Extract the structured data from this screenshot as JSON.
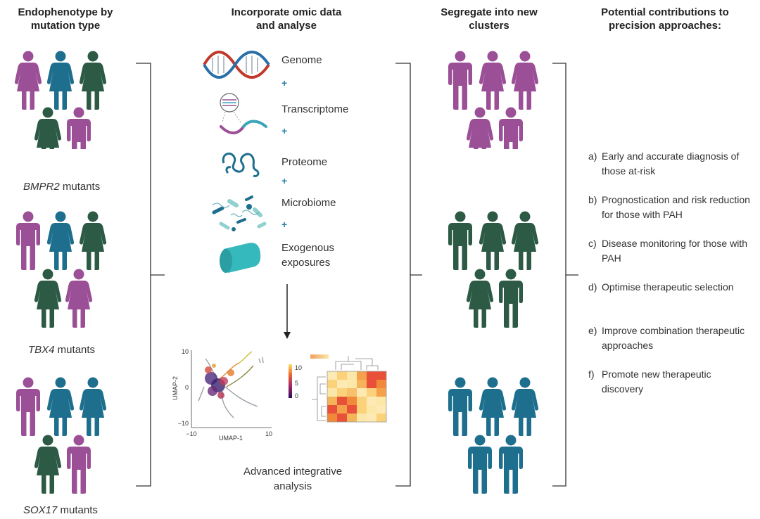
{
  "headers": {
    "col1": "Endophenotype by mutation type",
    "col2": "Incorporate omic data and analyse",
    "col3": "Segregate into new clusters",
    "col4": "Potential contributions to precision approaches:"
  },
  "groups": [
    {
      "gene": "BMPR2",
      "suffix": " mutants"
    },
    {
      "gene": "TBX4",
      "suffix": " mutants"
    },
    {
      "gene": "SOX17",
      "suffix": " mutants"
    }
  ],
  "omics": {
    "plus": "+",
    "items": [
      {
        "label": "Genome",
        "icon": "dna-helix-icon"
      },
      {
        "label": "Transcriptome",
        "icon": "transcriptome-icon"
      },
      {
        "label": "Proteome",
        "icon": "protein-icon"
      },
      {
        "label": "Microbiome",
        "icon": "microbe-icon"
      },
      {
        "label": "Exogenous exposures",
        "icon": "cylinder-icon"
      }
    ]
  },
  "analysis": {
    "label": "Advanced integrative analysis",
    "umap": {
      "xlabel": "UMAP-1",
      "ylabel": "UMAP-2",
      "xticks": [
        "−10",
        "10"
      ],
      "yticks": [
        "10",
        "0",
        "−10"
      ]
    },
    "colorbar_ticks": [
      "10",
      "5",
      "0"
    ]
  },
  "contributions": [
    {
      "key": "a)",
      "text": "Early and accurate diagnosis of those at-risk"
    },
    {
      "key": "b)",
      "text": "Prognostication and risk reduction for those with PAH"
    },
    {
      "key": "c)",
      "text": "Disease monitoring for those with PAH"
    },
    {
      "key": "d)",
      "text": "Optimise therapeutic selection"
    },
    {
      "key": "e)",
      "text": "Improve combination therapeutic approaches"
    },
    {
      "key": "f)",
      "text": "Promote new therapeutic discovery"
    }
  ],
  "colors": {
    "purple": "#9b4f96",
    "teal": "#1e6f8e",
    "green": "#2c5a45",
    "bracket": "#333333"
  }
}
